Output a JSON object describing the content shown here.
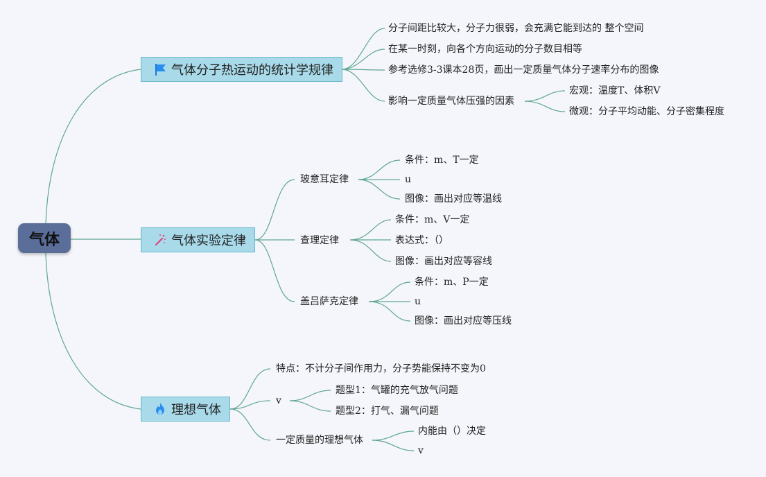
{
  "root": {
    "label": "气体"
  },
  "branches": [
    {
      "label": "气体分子热运动的统计学规律",
      "icon": "blue-flag-icon",
      "children": [
        {
          "label": "分子间距比较大，分子力很弱，会充满它能到达的 整个空间"
        },
        {
          "label": "在某一时刻，向各个方向运动的分子数目相等"
        },
        {
          "label": "参考选修3-3课本28页，画出一定质量气体分子速率分布的图像"
        },
        {
          "label": "影响一定质量气体压强的因素",
          "children": [
            {
              "label": "宏观：温度T、体积V"
            },
            {
              "label": "微观：分子平均动能、分子密集程度"
            }
          ]
        }
      ]
    },
    {
      "label": "气体实验定律",
      "icon": "magic-wand-icon",
      "children": [
        {
          "label": "玻意耳定律",
          "children": [
            {
              "label": "条件：m、T一定"
            },
            {
              "label": "u"
            },
            {
              "label": "图像：画出对应等温线"
            }
          ]
        },
        {
          "label": "查理定律",
          "children": [
            {
              "label": "条件：m、V一定"
            },
            {
              "label": "表达式：（）"
            },
            {
              "label": "图像：画出对应等容线"
            }
          ]
        },
        {
          "label": "盖吕萨克定律",
          "children": [
            {
              "label": "条件：m、P一定"
            },
            {
              "label": "u"
            },
            {
              "label": "图像：画出对应等压线"
            }
          ]
        }
      ]
    },
    {
      "label": "理想气体",
      "icon": "fire-icon",
      "children": [
        {
          "label": "特点：不计分子间作用力，分子势能保持不变为0"
        },
        {
          "label": "v",
          "children": [
            {
              "label": "题型1：气罐的充气放气问题"
            },
            {
              "label": "题型2：打气、漏气问题"
            }
          ]
        },
        {
          "label": "一定质量的理想气体",
          "children": [
            {
              "label": "内能由（）决定"
            },
            {
              "label": "v"
            }
          ]
        }
      ]
    }
  ],
  "colors": {
    "background": "#f4f6fb",
    "root_fill": "#5b6e9a",
    "branch_fill": "#a8daea",
    "branch_border": "#6ab6c8",
    "connector": "#5fa68e"
  }
}
